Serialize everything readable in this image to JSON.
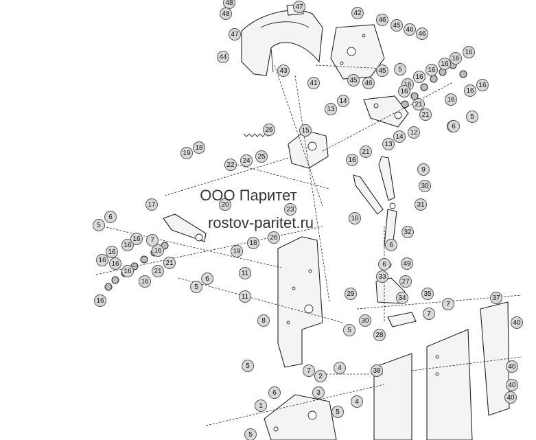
{
  "watermark": {
    "line1": "ООО Паритет",
    "line2": "rostov-paritet.ru"
  },
  "callouts": [
    "48",
    "48",
    "47",
    "47",
    "42",
    "46",
    "45",
    "46",
    "46",
    "44",
    "43",
    "41",
    "5",
    "45",
    "45",
    "46",
    "16",
    "16",
    "16",
    "16",
    "16",
    "16",
    "16",
    "16",
    "6",
    "16",
    "21",
    "21",
    "16",
    "14",
    "13",
    "5",
    "12",
    "6",
    "26",
    "15",
    "14",
    "13",
    "21",
    "16",
    "19",
    "18",
    "24",
    "25",
    "22",
    "9",
    "30",
    "31",
    "17",
    "20",
    "23",
    "18",
    "26",
    "19",
    "10",
    "32",
    "6",
    "5",
    "6",
    "16",
    "16",
    "16",
    "7",
    "16",
    "21",
    "21",
    "6",
    "49",
    "33",
    "27",
    "16",
    "16",
    "16",
    "16",
    "16",
    "5",
    "6",
    "11",
    "11",
    "8",
    "29",
    "34",
    "35",
    "30",
    "28",
    "5",
    "7",
    "7",
    "37",
    "40",
    "40",
    "40",
    "40",
    "5",
    "7",
    "2",
    "4",
    "38",
    "6",
    "3",
    "4",
    "1",
    "5",
    "5"
  ],
  "colors": {
    "callout_fill": "#d9d9d9",
    "line": "#222222",
    "part_fill": "#f4f4f4"
  }
}
